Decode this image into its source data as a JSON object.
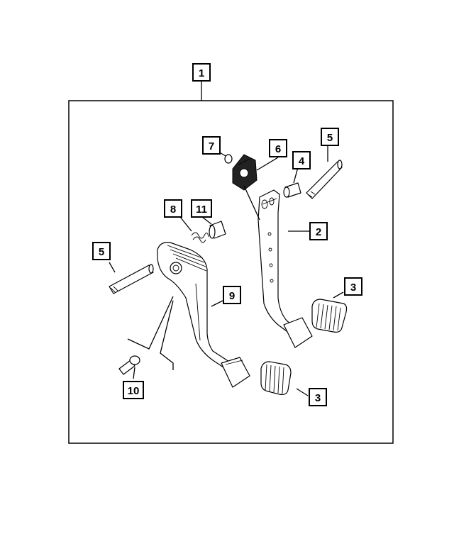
{
  "callouts": [
    {
      "id": "c1",
      "label": "1"
    },
    {
      "id": "c2",
      "label": "2"
    },
    {
      "id": "c3a",
      "label": "3"
    },
    {
      "id": "c3b",
      "label": "3"
    },
    {
      "id": "c4",
      "label": "4"
    },
    {
      "id": "c5a",
      "label": "5"
    },
    {
      "id": "c5b",
      "label": "5"
    },
    {
      "id": "c6",
      "label": "6"
    },
    {
      "id": "c7",
      "label": "7"
    },
    {
      "id": "c8",
      "label": "8"
    },
    {
      "id": "c9",
      "label": "9"
    },
    {
      "id": "c10",
      "label": "10"
    },
    {
      "id": "c11",
      "label": "11"
    }
  ]
}
